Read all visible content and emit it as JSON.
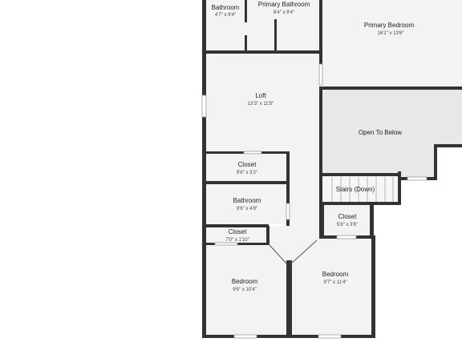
{
  "colors": {
    "wall": "#333333",
    "floor": "#f3f3f3",
    "open_to_below": "#e8e8e8",
    "background": "#ffffff"
  },
  "rooms": {
    "bathroom2": {
      "name": "Bathroom",
      "dims": "4'7\" x 9'4\""
    },
    "primary_bathroom": {
      "name": "Primary Bathroom",
      "dims": "8'4\" x 9'4\""
    },
    "primary_bedroom": {
      "name": "Primary Bedroom",
      "dims": "16'2\" x 13'6\""
    },
    "loft": {
      "name": "Loft",
      "dims": "13'3\" x 11'5\""
    },
    "open_to_below": {
      "name": "Open To Below"
    },
    "closet_loft": {
      "name": "Closet",
      "dims": "9'6\" x 3'2\""
    },
    "bathroom": {
      "name": "Bathroom",
      "dims": "9'6\" x 4'8\""
    },
    "stairs": {
      "name": "Stairs (Down)"
    },
    "closet_right": {
      "name": "Closet",
      "dims": "5'8\" x 3'6\""
    },
    "closet_left": {
      "name": "Closet",
      "dims": "7'0\" x 1'10\""
    },
    "bedroom_left": {
      "name": "Bedroom",
      "dims": "9'6\" x 10'4\""
    },
    "bedroom_right": {
      "name": "Bedroom",
      "dims": "9'7\" x 11'4\""
    }
  }
}
